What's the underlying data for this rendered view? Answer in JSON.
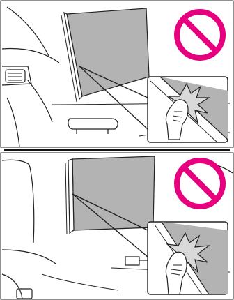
{
  "figure": {
    "panels": [
      {
        "id": "top",
        "symbol": "prohibition-sign"
      },
      {
        "id": "bottom",
        "symbol": "prohibition-sign"
      }
    ],
    "colors": {
      "prohibition": "#e6007e",
      "glass": "#b3b3b3",
      "line": "#222222",
      "background": "#ffffff"
    }
  }
}
